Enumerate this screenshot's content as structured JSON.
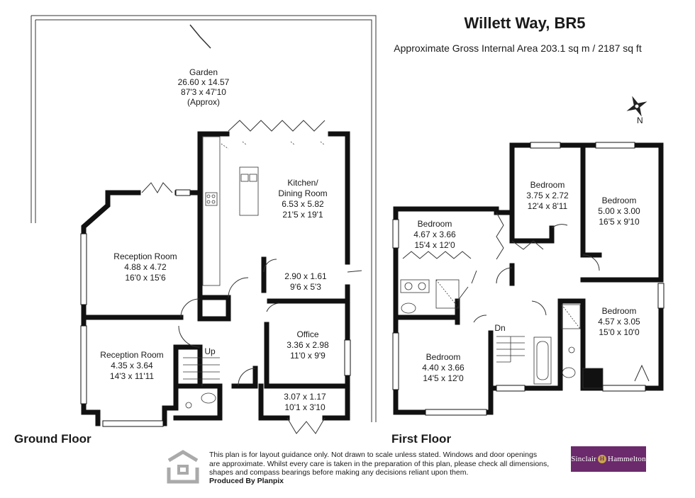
{
  "header": {
    "title": "Willett Way, BR5",
    "area": "Approximate Gross Internal Area 203.1 sq m / 2187 sq ft"
  },
  "floors": {
    "ground": "Ground Floor",
    "first": "First Floor"
  },
  "compass": "N",
  "labels": {
    "up": "Up",
    "down": "Dn"
  },
  "rooms": {
    "garden": {
      "name": "Garden",
      "metric": "26.60 x 14.57",
      "imperial": "87'3 x 47'10",
      "note": "(Approx)"
    },
    "kitchen": {
      "name1": "Kitchen/",
      "name2": "Dining Room",
      "metric": "6.53 x 5.82",
      "imperial": "21'5 x 19'1"
    },
    "reception1": {
      "name": "Reception Room",
      "metric": "4.88 x 4.72",
      "imperial": "16'0 x 15'6"
    },
    "reception2": {
      "name": "Reception Room",
      "metric": "4.35 x 3.64",
      "imperial": "14'3 x 11'11"
    },
    "utility": {
      "metric": "2.90 x 1.61",
      "imperial": "9'6 x 5'3"
    },
    "office": {
      "name": "Office",
      "metric": "3.36 x 2.98",
      "imperial": "11'0 x 9'9"
    },
    "porch": {
      "metric": "3.07 x 1.17",
      "imperial": "10'1 x 3'10"
    },
    "bed1": {
      "name": "Bedroom",
      "metric": "4.67 x 3.66",
      "imperial": "15'4 x 12'0"
    },
    "bed2": {
      "name": "Bedroom",
      "metric": "3.75 x 2.72",
      "imperial": "12'4 x 8'11"
    },
    "bed3": {
      "name": "Bedroom",
      "metric": "5.00 x 3.00",
      "imperial": "16'5 x 9'10"
    },
    "bed4": {
      "name": "Bedroom",
      "metric": "4.57 x 3.05",
      "imperial": "15'0 x 10'0"
    },
    "bed5": {
      "name": "Bedroom",
      "metric": "4.40 x 3.66",
      "imperial": "14'5 x 12'0"
    }
  },
  "footer": {
    "disclaimer": "This plan is for layout guidance only. Not drawn to scale unless stated. Windows and door openings are approximate. Whilst every care is taken in the preparation of this plan, please check all dimensions, shapes and compass bearings before making any decisions reliant upon them.",
    "produced_by": "Produced By Planpix",
    "brand_left": "Sinclair",
    "brand_right": "Hammelton",
    "brand_mark": "H"
  }
}
